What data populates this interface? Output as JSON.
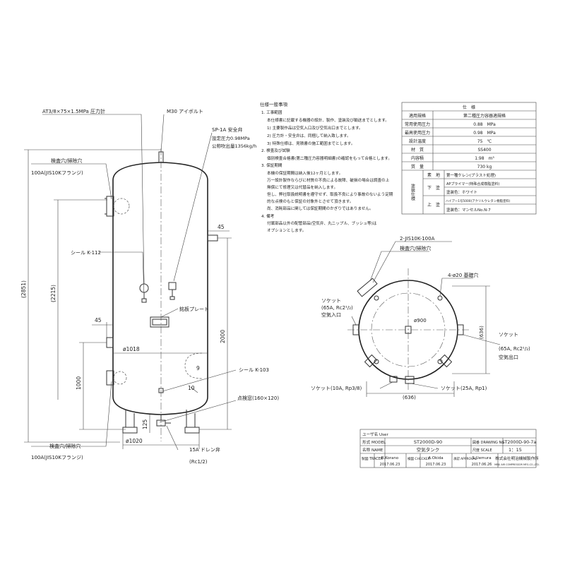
{
  "callouts": {
    "pressure_gauge": "AT3/8×75×1.5MPa 圧力計",
    "eyebolt": "M30 アイボルト",
    "safety_valve": "SP-1A 安全弁",
    "valve_set_pressure": "設定圧力0.98MPa",
    "valve_capacity": "公称吹出量1356kg/h",
    "inspection_top": "検査穴/掃除穴",
    "flange_top": "100A(JIS10Kフランジ)",
    "seal_112": "シール K-112",
    "nameplate": "銘板プレート",
    "seal_103": "シール K-103",
    "inspection_window": "点検窓(160×120)",
    "inspection_bottom": "検査穴/掃除穴",
    "flange_bottom": "100A(JIS10Kフランジ)",
    "drain_valve": "15A ドレン弁",
    "drain_thread": "(Rc1/2)"
  },
  "dimensions": {
    "overall_height": "(2851)",
    "shell_height": "(2215)",
    "inlet_height": "1000",
    "outlet_height": "2000",
    "nozzle_45_top": "45",
    "nozzle_45_left": "45",
    "shell_dia": "ø1018",
    "gap_9": "9",
    "gap_10": "10",
    "base_125": "125",
    "base_dia": "ø1020"
  },
  "plan": {
    "jis_flange": "2-JIS10K-100A",
    "inspection": "検査穴/掃除穴",
    "anchor": "4-ø20 基礎穴",
    "socket_in_a": "ソケット",
    "socket_in_b": "(65A, Rc2¹/₂)",
    "socket_in_c": "空気入口",
    "socket_out_a": "ソケット",
    "socket_out_b": "(65A, Rc2¹/₂)",
    "socket_out_c": "空気出口",
    "dia_900": "ø900",
    "dim_636_side": "(636)",
    "dim_636_bottom": "(636)",
    "socket_10a": "ソケット(10A, Rp3/8)",
    "socket_25a": "ソケット(25A, Rp1)"
  },
  "notes": {
    "title": "仕様一般事項",
    "items": [
      "1. 工事範囲",
      "本仕様書に記載する機器の設計、製作、塗装及び輸送までとします。",
      "1) 主要製作品は空気入口及び空気出口までとします。",
      "2) 圧力計・安全弁は、同梱して納入致します。",
      "3) 特殊仕様は、見積書の施工範囲までとします。",
      "2. 検査及び試験",
      "個別検査合格書(第二種圧力容器明細書)の確認をもって合格とします。",
      "3. 保証期間",
      "本機の保証期間は納入後12ヶ月とします。",
      "万一設計製作ならびに材質の不良による故障、破損の場合は調査の上",
      "無償にて修理又は代替品を納入します。",
      "但し、弊社取扱説明書を遵守せず、取扱不良により事故のないよう定期",
      "的な点検のもと保証の対象外とさせて頂きます。",
      "尚、消耗部品に関しては保証期間のかぎりではありません。",
      "4. 備考",
      "付属部品以外の配管部品(空気弁、丸ニップル、ブッシュ等)は",
      "オプションとします。"
    ]
  },
  "specs": {
    "title": "仕　様",
    "rows": [
      {
        "label": "適用規格",
        "value": "第二種圧力容器適規格"
      },
      {
        "label": "常用使用圧力",
        "value": "0.88　MPa"
      },
      {
        "label": "最高使用圧力",
        "value": "0.98　MPa"
      },
      {
        "label": "設計温度",
        "value": "75　℃"
      },
      {
        "label": "材　質",
        "value": "SS400"
      },
      {
        "label": "内容積",
        "value": "1.98　m³"
      },
      {
        "label": "質　量",
        "value": "730 kg"
      }
    ],
    "paint_label": "塗装仕様",
    "paint_rows": [
      {
        "label": "素　地",
        "value": "第一種ケレン(ブラスト処理)"
      },
      {
        "label": "下　塗",
        "value": "APプライマー(特殊合成樹脂塗料)"
      },
      {
        "label": "",
        "value": "塗装色：ホワイト"
      },
      {
        "label": "上　塗",
        "value": "ハイアー1号5000(アクリルウレタン樹脂塗料)"
      },
      {
        "label": "",
        "value": "塗装色：マンセルNo.N-7"
      }
    ]
  },
  "titleblock": {
    "user_label": "ユーザ名 User",
    "model_label": "形式 MODEL",
    "model_value": "ST2000D-90",
    "drawing_no_label": "図番 DRAWING No",
    "drawing_no_value": "ST2000D-90-7a",
    "name_label": "名称 NAME",
    "name_value": "空気タンク",
    "scale_label": "尺度 SCALE",
    "scale_value": "1：15",
    "tracer_label": "製図 TRACER",
    "tracer_name": "R.Korano",
    "tracer_date": "2017.06.23",
    "checker_label": "検図 CHECKER",
    "checker_name": "A.Okida",
    "checker_date": "2017.06.23",
    "approval_label": "承認 APPROVAL",
    "approval_name": "S.Uemura",
    "approval_date": "2017.06.26",
    "company_name": "株式会社明治機械製作所",
    "company_en": "MEIJI AIR COMPRESSOR MFG.CO.,LTD."
  }
}
